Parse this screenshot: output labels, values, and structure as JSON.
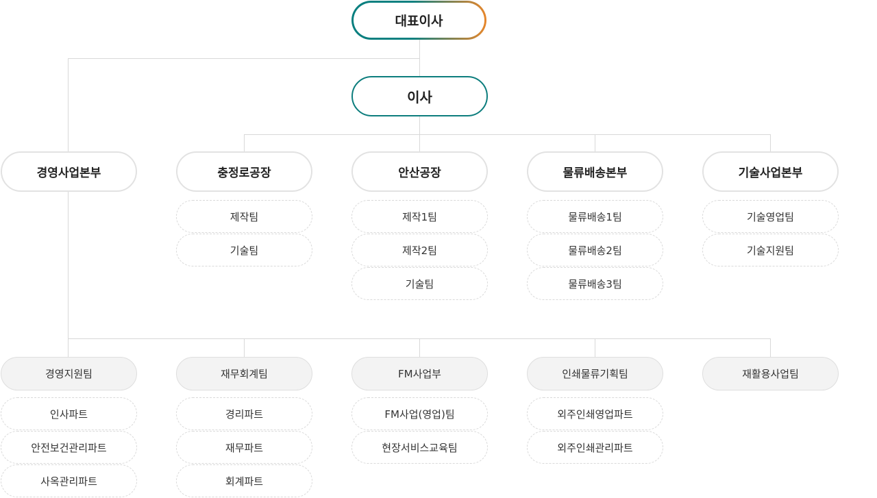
{
  "ceo": "대표이사",
  "director": "이사",
  "divisions": [
    "경영사업본부",
    "충정로공장",
    "안산공장",
    "물류배송본부",
    "기술사업본부"
  ],
  "division_teams": [
    [],
    [
      "제작팀",
      "기술팀"
    ],
    [
      "제작1팀",
      "제작2팀",
      "기술팀"
    ],
    [
      "물류배송1팀",
      "물류배송2팀",
      "물류배송3팀"
    ],
    [
      "기술영업팀",
      "기술지원팀"
    ]
  ],
  "subdivisions": [
    "경영지원팀",
    "재무회계팀",
    "FM사업부",
    "인쇄물류기획팀",
    "재활용사업팀"
  ],
  "subdivision_parts": [
    [
      "인사파트",
      "안전보건관리파트",
      "사옥관리파트"
    ],
    [
      "경리파트",
      "재무파트",
      "회계파트"
    ],
    [
      "FM사업(영업)팀",
      "현장서비스교육팀"
    ],
    [
      "외주인쇄영업파트",
      "외주인쇄관리파트"
    ],
    []
  ],
  "colors": {
    "accent_teal": "#0c7d7d",
    "accent_orange": "#e8862a",
    "line": "#d8d8d8"
  }
}
